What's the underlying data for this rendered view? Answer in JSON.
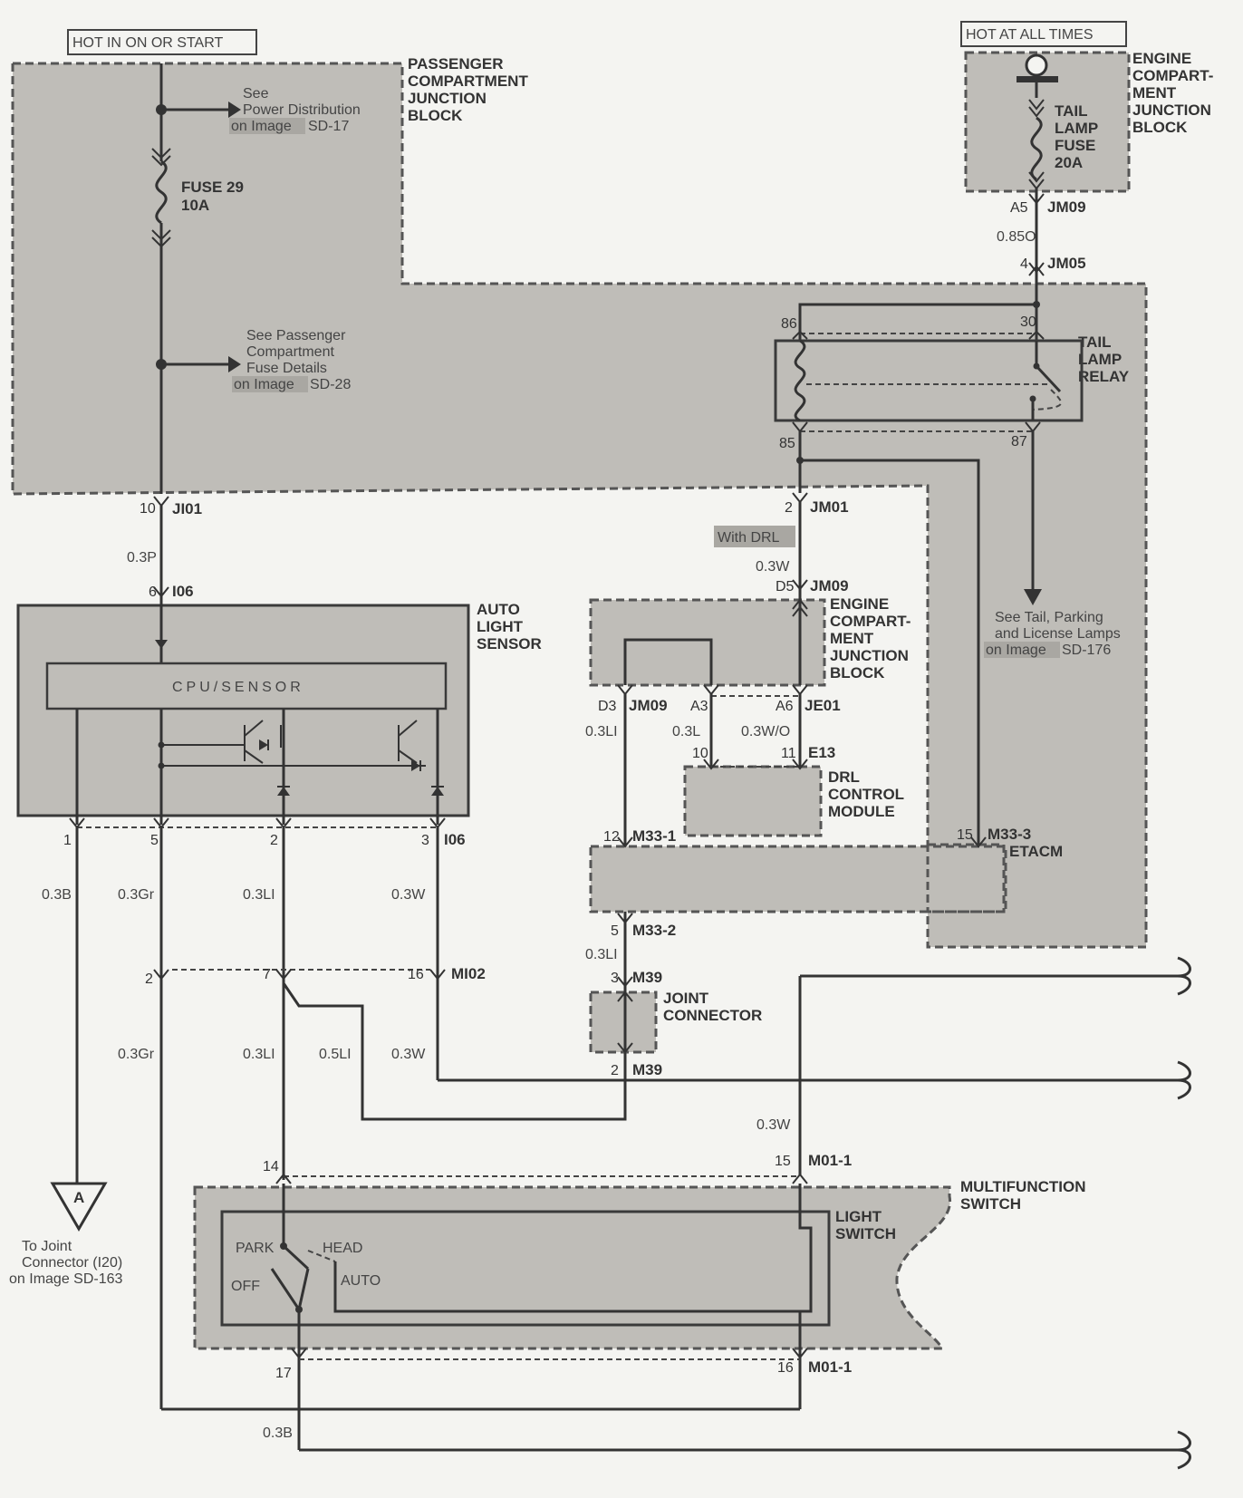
{
  "hot_in_on_or_start": "HOT IN ON OR START",
  "hot_at_all_times": "HOT AT ALL TIMES",
  "passenger_jb": [
    "PASSENGER",
    "COMPARTMENT",
    "JUNCTION",
    "BLOCK"
  ],
  "engine_jb": [
    "ENGINE",
    "COMPART-",
    "MENT",
    "JUNCTION",
    "BLOCK"
  ],
  "see_power": [
    "See",
    "Power Distribution"
  ],
  "see_power_img": [
    "on Image",
    "SD-17"
  ],
  "fuse29": [
    "FUSE 29",
    "10A"
  ],
  "see_pass_fuse": [
    "See Passenger",
    "Compartment",
    "Fuse Details"
  ],
  "see_pass_fuse_img": [
    "on Image",
    "SD-28"
  ],
  "tail_lamp_fuse": [
    "TAIL",
    "LAMP",
    "FUSE",
    "20A"
  ],
  "tail_lamp_relay": [
    "TAIL",
    "LAMP",
    "RELAY"
  ],
  "see_tail": [
    "See Tail, Parking",
    "and License Lamps"
  ],
  "see_tail_img": [
    "on Image",
    "SD-176"
  ],
  "with_drl": "With DRL",
  "auto_light_sensor": [
    "AUTO",
    "LIGHT",
    "SENSOR"
  ],
  "cpu_sensor": "CPU/SENSOR",
  "drl_module": [
    "DRL",
    "CONTROL",
    "MODULE"
  ],
  "etacm": "ETACM",
  "joint_connector": [
    "JOINT",
    "CONNECTOR"
  ],
  "multifunction_switch": [
    "MULTIFUNCTION",
    "SWITCH"
  ],
  "light_switch": [
    "LIGHT",
    "SWITCH"
  ],
  "switch_positions": {
    "park": "PARK",
    "head": "HEAD",
    "off": "OFF",
    "auto": "AUTO"
  },
  "ref_a": {
    "letter": "A",
    "text": [
      "To Joint",
      "Connector (I20)"
    ],
    "img": "on Image SD-163"
  },
  "connectors": {
    "JI01": "JI01",
    "I06": "I06",
    "JM09": "JM09",
    "JM05": "JM05",
    "JM01": "JM01",
    "JE01": "JE01",
    "E13": "E13",
    "M33_1": "M33-1",
    "M33_2": "M33-2",
    "M33_3": "M33-3",
    "MI02": "MI02",
    "M39": "M39",
    "M01_1": "M01-1"
  },
  "pins": {
    "p10": "10",
    "p6": "6",
    "pA5": "A5",
    "p4": "4",
    "p86": "86",
    "p30": "30",
    "p85": "85",
    "p87": "87",
    "p2": "2",
    "pD5": "D5",
    "pD3": "D3",
    "pA3": "A3",
    "pA6": "A6",
    "p11": "11",
    "p12": "12",
    "p15": "15",
    "p5": "5",
    "p3": "3",
    "p1": "1",
    "p7": "7",
    "p16": "16",
    "p14": "14",
    "p17": "17"
  },
  "wires": {
    "w_03P": "0.3P",
    "w_085O": "0.85O",
    "w_03W": "0.3W",
    "w_03LI": "0.3LI",
    "w_03L": "0.3L",
    "w_03WO": "0.3W/O",
    "w_03B": "0.3B",
    "w_03Gr": "0.3Gr",
    "w_05LI": "0.5LI"
  }
}
